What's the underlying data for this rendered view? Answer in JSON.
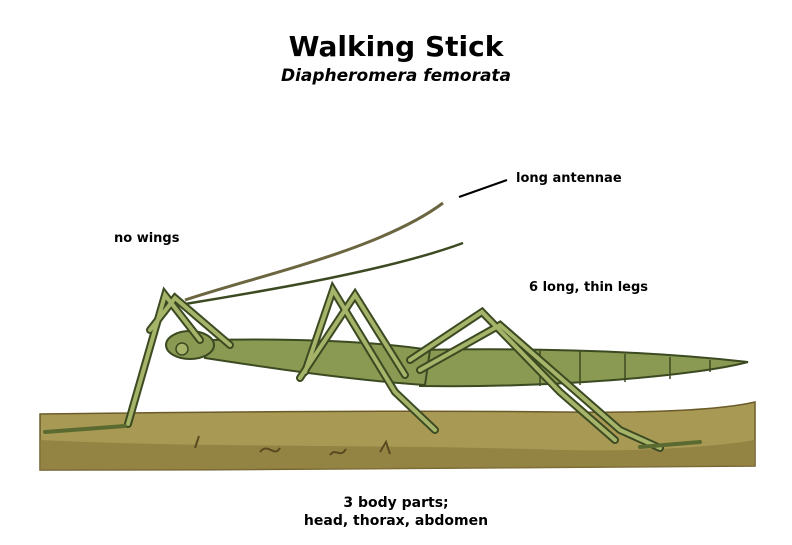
{
  "title": "Walking Stick",
  "subtitle": "Diapheromera femorata",
  "labels": {
    "antennae": "long antennae",
    "wings": "no wings",
    "legs": "6 long, thin legs"
  },
  "caption": {
    "line1": "3 body parts;",
    "line2": "head, thorax, abdomen"
  },
  "colors": {
    "body": "#8a9a52",
    "outline": "#3c4a22",
    "ground": "#a89a55",
    "ground_dark": "#6b5a2a"
  }
}
